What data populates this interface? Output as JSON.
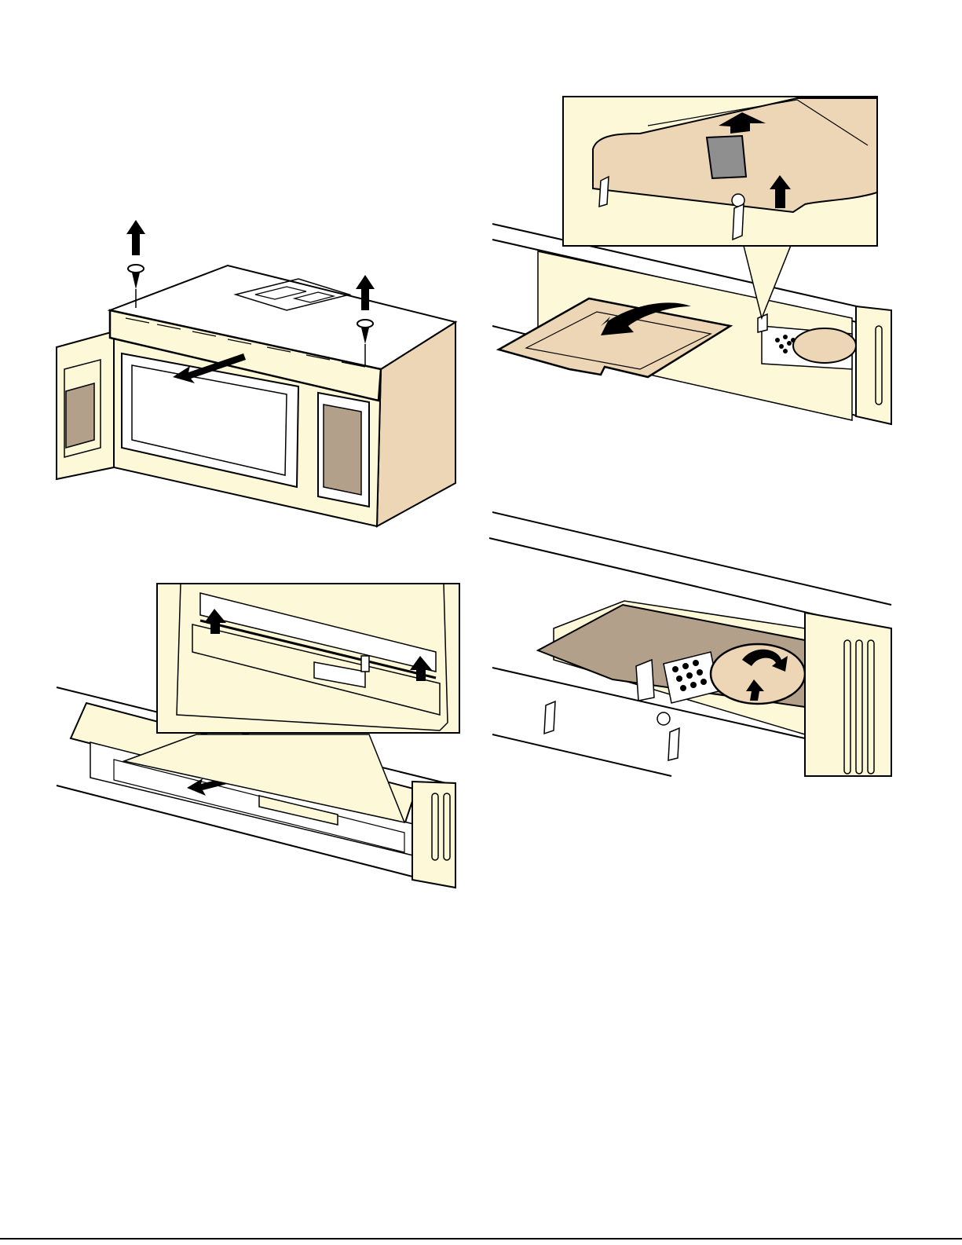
{
  "colors": {
    "cream": "#fdf9d8",
    "tan": "#ecd6b5",
    "dark_tan": "#b3a08a",
    "grey_tab": "#8f8f8f",
    "outline": "#000000"
  },
  "figures": [
    {
      "id": "remove-grille",
      "icons": [
        "screw-icon",
        "arrow-up-icon",
        "arrow-pull-icon"
      ]
    },
    {
      "id": "release-filter",
      "icons": [
        "arrow-up-icon",
        "arrow-pull-icon"
      ]
    },
    {
      "id": "remove-cover",
      "icons": [
        "arrow-up-icon",
        "arrow-curved-icon"
      ]
    },
    {
      "id": "replace-bulb",
      "icons": [
        "arrow-rotate-icon",
        "light-bulb-icon"
      ]
    }
  ]
}
